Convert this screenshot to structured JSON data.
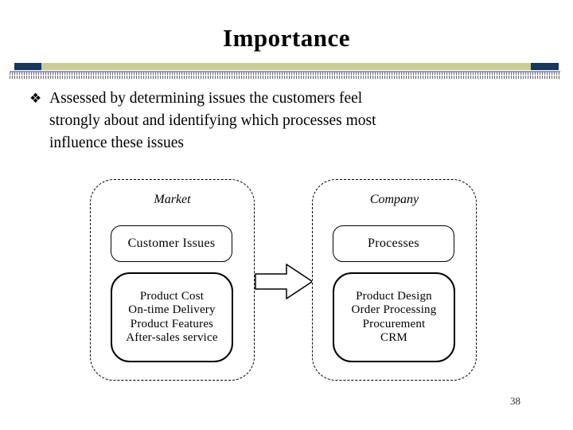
{
  "title": "Importance",
  "page_number": "38",
  "bullet": {
    "marker": "❖",
    "lines": [
      "Assessed by determining issues the customers feel",
      "strongly about and identifying which processes most",
      "influence these issues"
    ]
  },
  "diagram": {
    "left_group": {
      "label": "Market",
      "top_box": "Customer Issues",
      "bottom_box_lines": [
        "Product Cost",
        "On-time Delivery",
        "Product Features",
        "After-sales service"
      ]
    },
    "right_group": {
      "label": "Company",
      "top_box": "Processes",
      "bottom_box_lines": [
        "Product Design",
        "Order Processing",
        "Procurement",
        "CRM"
      ]
    },
    "arrow_icon": "right-block-arrow"
  },
  "colors": {
    "accent_navy": "#17375E",
    "accent_tan": "#CCCC99",
    "hatch_purple": "#9794C9",
    "hatch_gray": "#6E6E6E"
  }
}
